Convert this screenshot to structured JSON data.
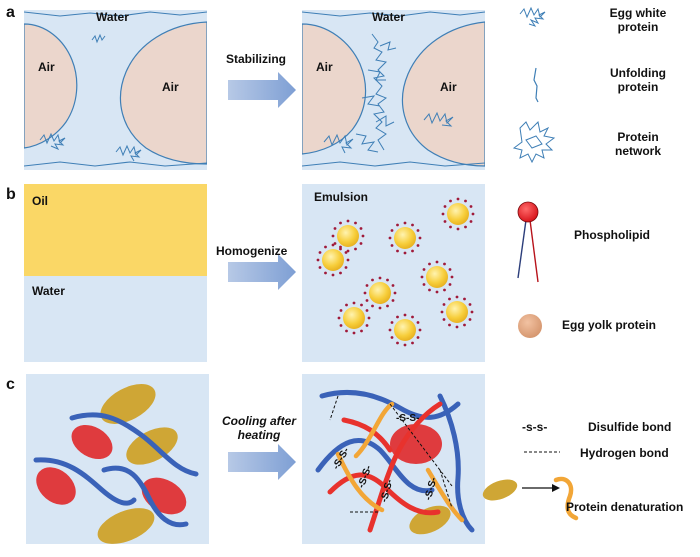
{
  "panel_a": {
    "letter": "a",
    "left_water": "Water",
    "left_air1": "Air",
    "left_air2": "Air",
    "arrow_label": "Stabilizing",
    "right_water": "Water",
    "right_air1": "Air",
    "right_air2": "Air"
  },
  "panel_b": {
    "letter": "b",
    "oil": "Oil",
    "water": "Water",
    "arrow_label": "Homogenize",
    "emulsion": "Emulsion"
  },
  "panel_c": {
    "letter": "c",
    "arrow_label_line1": "Cooling after",
    "arrow_label_line2": "heating",
    "ss_marks": [
      "-S-S-",
      "-S-S-",
      "-S-S-",
      "-S-S-",
      "-S-S-"
    ]
  },
  "legend": {
    "egg_white_protein": "Egg white\nprotein",
    "unfolding_protein": "Unfolding\nprotein",
    "protein_network": "Protein\nnetwork",
    "phospholipid": "Phospholipid",
    "egg_yolk_protein": "Egg yolk protein",
    "disulfide_symbol": "-s-s-",
    "disulfide_bond": "Disulfide bond",
    "hydrogen_bond": "Hydrogen bond",
    "protein_denaturation": "Protein denaturation"
  },
  "colors": {
    "panel_bg": "#d8e6f4",
    "air": "#ebd6cc",
    "oil": "#fad766",
    "protein_line": "#3f7fb6",
    "droplet": "#f5c739",
    "phospholipid_head": "#e0131a",
    "yolk_protein": "#dca17e",
    "strand_blue": "#3a62b8",
    "strand_red": "#e8322d",
    "strand_orange": "#f2a637",
    "ellipse_red": "#df3b3e",
    "ellipse_gold": "#cfa635",
    "arrow": "#8eafdb"
  }
}
